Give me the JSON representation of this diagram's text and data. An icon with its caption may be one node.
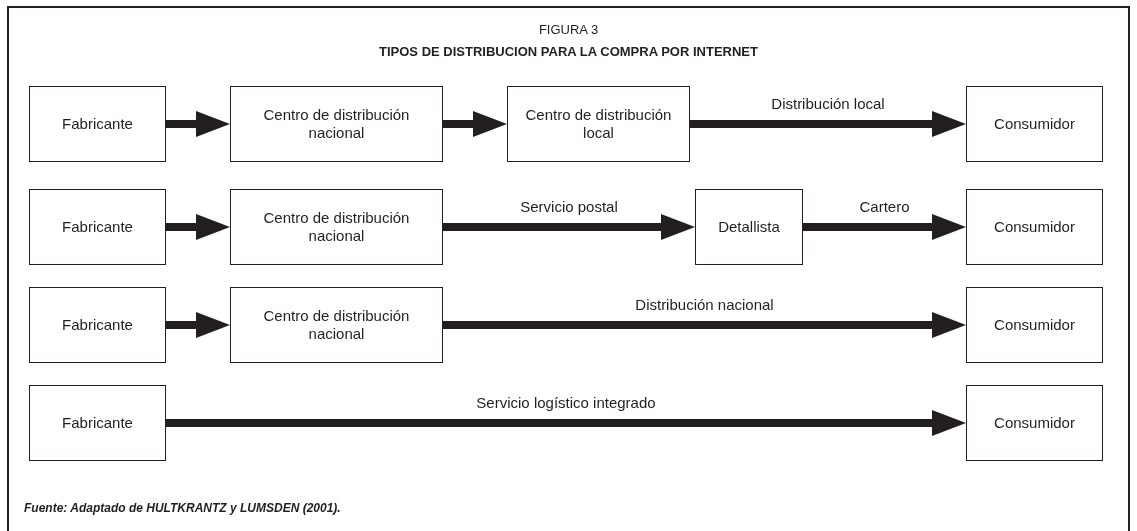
{
  "diagram": {
    "title": "TIPOS DE DISTRIBUCION PARA LA COMPRA POR INTERNET",
    "caption": "Fuente: Adaptado de HULTKRANTZ y LUMSDEN (2001).",
    "nodes": [
      {
        "text": [
          "Fabricante"
        ]
      },
      {
        "text": [
          "Centro de distribución nacional"
        ]
      },
      {
        "text": [
          "Centro de distribución local"
        ]
      },
      {
        "text": [
          "Consumidor"
        ]
      },
      {
        "text": [
          "Fabricante"
        ]
      },
      {
        "text": [
          "Centro de distribución nacional"
        ]
      },
      {
        "text": [
          "Detallista"
        ]
      },
      {
        "text": [
          "Consumidor"
        ]
      },
      {
        "text": [
          "Fabricante"
        ]
      },
      {
        "text": [
          "Centro de distribución nacional"
        ]
      },
      {
        "text": [
          "Consumidor"
        ]
      },
      {
        "text": [
          "Fabricante"
        ]
      },
      {
        "text": [
          "Consumidor"
        ]
      }
    ],
    "edges": [
      {
        "from": 0,
        "to": 1,
        "arrow": "to"
      },
      {
        "from": 1,
        "to": 2,
        "arrow": "to"
      },
      {
        "from": 2,
        "to": 3,
        "arrow": "to",
        "label": "Distribución local"
      },
      {
        "from": 4,
        "to": 5,
        "arrow": "to"
      },
      {
        "from": 5,
        "to": 6,
        "arrow": "to",
        "label": "Servicio postal"
      },
      {
        "from": 6,
        "to": 7,
        "arrow": "to",
        "label": "Cartero"
      },
      {
        "from": 8,
        "to": 9,
        "arrow": "to"
      },
      {
        "from": 9,
        "to": 10,
        "arrow": "to",
        "label": "Distribución nacional"
      },
      {
        "from": 11,
        "to": 12,
        "arrow": "to",
        "label": "Servicio logístico integrado"
      }
    ],
    "labels": [
      "FIGURA 3"
    ]
  }
}
